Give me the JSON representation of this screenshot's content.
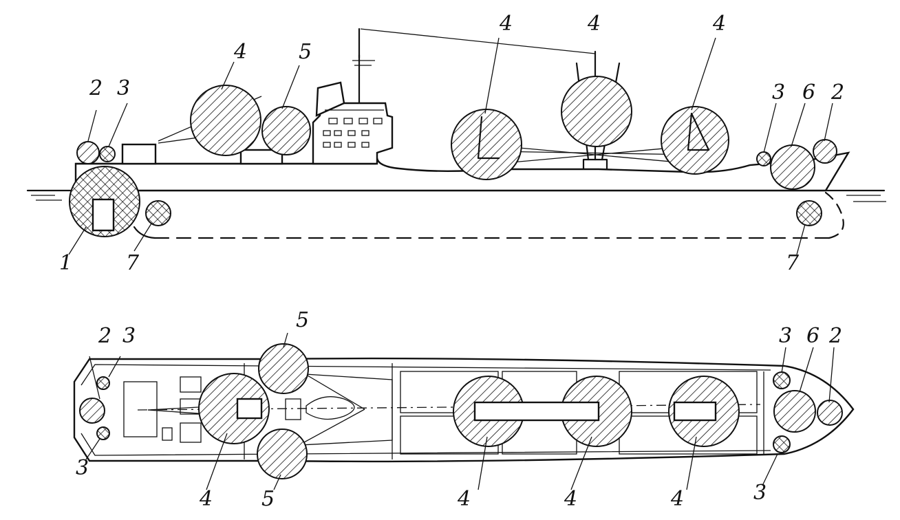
{
  "labels": {
    "side": {
      "l1": "1",
      "l2a": "2",
      "l3a": "3",
      "l4a": "4",
      "l5": "5",
      "l4b": "4",
      "l4c": "4",
      "l4d": "4",
      "l3b": "3",
      "l6": "6",
      "l2b": "2",
      "l7a": "7",
      "l7b": "7"
    },
    "plan": {
      "l2a": "2",
      "l3a": "3",
      "l3b": "3",
      "l5a": "5",
      "l5b": "5",
      "l4a": "4",
      "l4b": "4",
      "l4c": "4",
      "l4d": "4",
      "l3c": "3",
      "l6": "6",
      "l2b": "2",
      "l3d": "3"
    }
  }
}
